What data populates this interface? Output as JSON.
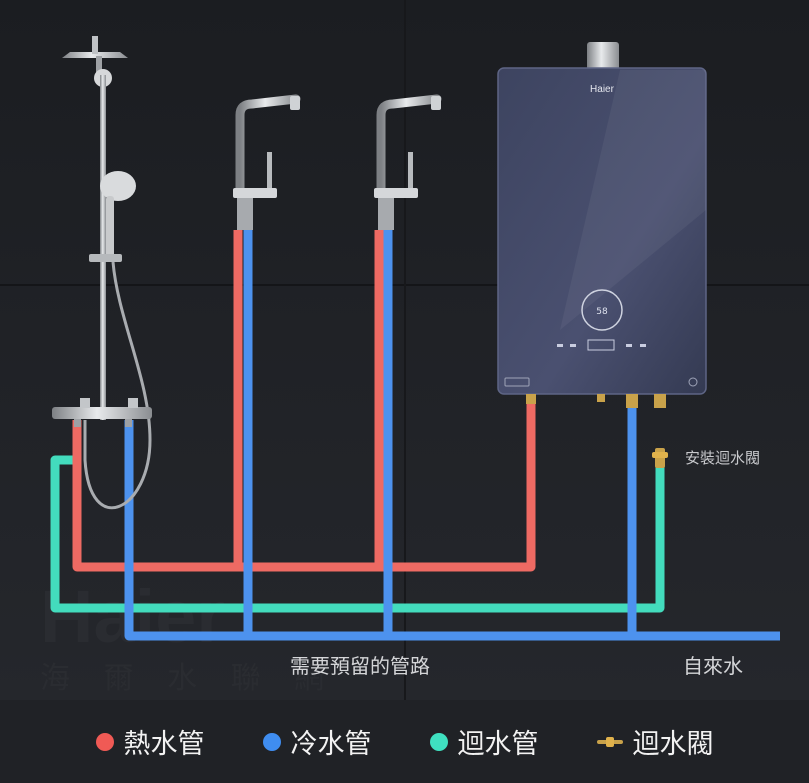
{
  "brand": {
    "heater_logo": "Haier",
    "watermark_latin": "Haier",
    "watermark_chinese": "海 爾 水 聯 網"
  },
  "labels": {
    "valve_install": "安裝迴水閥",
    "reserved_pipes": "需要預留的管路",
    "tap_water": "自來水"
  },
  "legend": [
    {
      "key": "hot",
      "label": "熱水管",
      "color": "#f05a55",
      "icon": "dot"
    },
    {
      "key": "cold",
      "label": "冷水管",
      "color": "#3f8df0",
      "icon": "dot"
    },
    {
      "key": "return",
      "label": "迴水管",
      "color": "#3fe0c0",
      "icon": "dot"
    },
    {
      "key": "valve",
      "label": "迴水閥",
      "color": "#c9a24a",
      "icon": "valve-icon"
    }
  ],
  "pipe_colors": {
    "hot": "#ee6a63",
    "cold": "#4d92ee",
    "return": "#43dcbd"
  },
  "heater": {
    "display_value": "58"
  }
}
